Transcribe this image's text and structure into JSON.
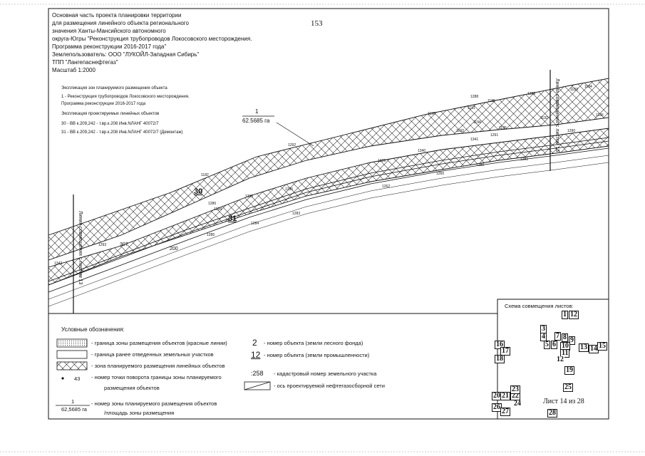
{
  "project": {
    "page_number": "153",
    "title_lines": [
      "Основная часть проекта планировки территории",
      "для размещения линейного объекта регионального",
      "значения Ханты-Мансийского автономного",
      "округа-Югры \"Реконструкция трубопроводов Локосовского месторождения.",
      "Программа реконструкции 2016-2017 года\"",
      "Землепользователь: ООО \"ЛУКОЙЛ-Западная Сибирь\"",
      "ТПП \"Лангепаснефтегаз\"",
      "Масштаб 1:2000"
    ]
  },
  "explication": {
    "heading_zones": "Экспликация зон планируемого размещения объекта",
    "zone_item": "1 - Реконструкция трубопроводов Локосовского месторождения.",
    "zone_item2": "Программа реконструкции 2016-2017 года",
    "heading_objects": "Экспликация проектируемых линейных объектов",
    "object_30": "30 - ВВ к.209,242 - т.вр.к.208 Инв.NЛАНГ 40072/7",
    "object_31": "31 - ВВ к.209,242 - т.вр.к.208 Инв.NЛАНГ 40072/7 (Демонтаж)"
  },
  "map": {
    "zone_number": "1",
    "zone_area": "62.5685 га",
    "object_30_label": "30",
    "object_31_label": "31",
    "label_307": "307",
    "label_200": "200",
    "sheet_joint_left": "Линия совмещения с листом 13",
    "sheet_joint_right": "Линия совмещения с листом 15",
    "point_labels": [
      "1182",
      "1183",
      "1184",
      "1185",
      "1186",
      "1190",
      "1191",
      "1192",
      "1193",
      "1194",
      "1195",
      "1260",
      "1262",
      "1280",
      "1281",
      "1283",
      "1284",
      "1285",
      "1286",
      "1288",
      "1289",
      "1290",
      "1291",
      "1292",
      "1293",
      "1334",
      "1336",
      "1338",
      "1339",
      "1340",
      "1341",
      "1342"
    ]
  },
  "legend": {
    "heading": "Условные обозначения:",
    "red_lines": "- граница зоны размещения объектов (красные линии)",
    "prev_allotted": "- граница ранее отведенных земельных участков",
    "zone_linear": "- зона планируемого размещения линейных объектов",
    "point_number": "43",
    "point_desc1": "- номер точки поворота границы зоны планируемого",
    "point_desc2": "размещения объектов",
    "fraction_num": "1",
    "fraction_den": "62,5685 га",
    "fraction_desc1": "- номер зоны планируемого размещения объектов",
    "fraction_desc2": "/площадь зоны размещения",
    "forest_num": "2",
    "forest_desc": "- номер объекта (земли лесного фонда)",
    "industry_num": "12",
    "industry_desc": "- номер объекта (земли промышленности)",
    "cadastral_num": ":258",
    "cadastral_desc": "- кадастровый номер земельного участка",
    "axis_desc": "- ось проектируемой нефтегазосборной сети"
  },
  "scheme": {
    "title": "Схема совмещения листов:",
    "sheet_info": "Лист 14 из 28",
    "tiles": [
      "1",
      "12",
      "3",
      "4",
      "5",
      "6",
      "7",
      "8",
      "9",
      "10",
      "11",
      "12",
      "13",
      "14",
      "15",
      "16",
      "17",
      "18",
      "19",
      "20",
      "21",
      "22",
      "23",
      "24",
      "25",
      "26",
      "27",
      "28"
    ]
  }
}
